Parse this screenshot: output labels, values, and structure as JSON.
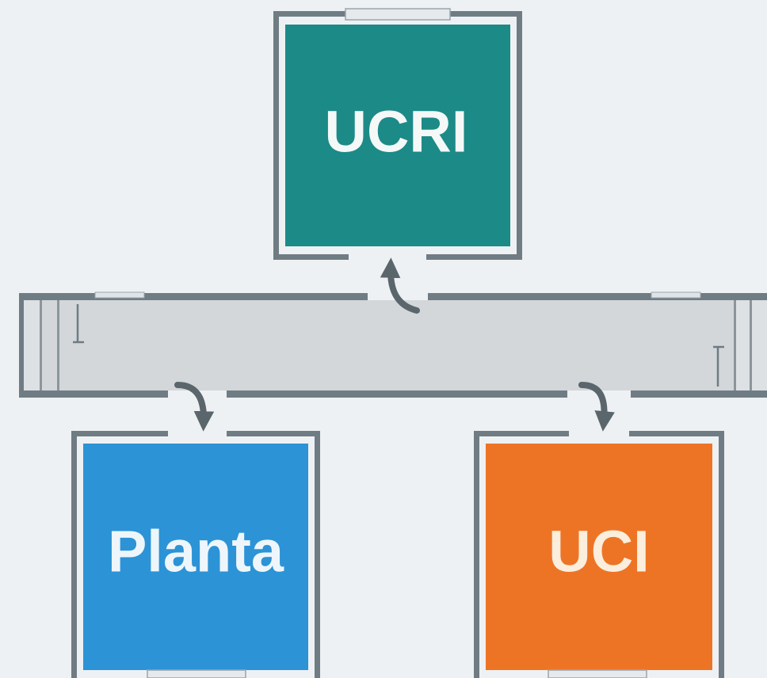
{
  "diagram": {
    "rooms": [
      {
        "id": "ucri",
        "label": "UCRI",
        "fill": "#1c8a87",
        "text_color": "#f4f8f7"
      },
      {
        "id": "planta",
        "label": "Planta",
        "fill": "#2c93d6",
        "text_color": "#eef6fb"
      },
      {
        "id": "uci",
        "label": "UCI",
        "fill": "#ee7425",
        "text_color": "#fbeedc"
      }
    ],
    "colors": {
      "background": "#eef1f3",
      "wall": "#6f7c83",
      "wall_light": "#dfe4e7",
      "corridor_floor": "#d3d7da",
      "arrow": "#5a666c"
    },
    "connections": [
      {
        "from": "corridor",
        "to": "ucri"
      },
      {
        "from": "corridor",
        "to": "planta"
      },
      {
        "from": "corridor",
        "to": "uci"
      }
    ]
  }
}
